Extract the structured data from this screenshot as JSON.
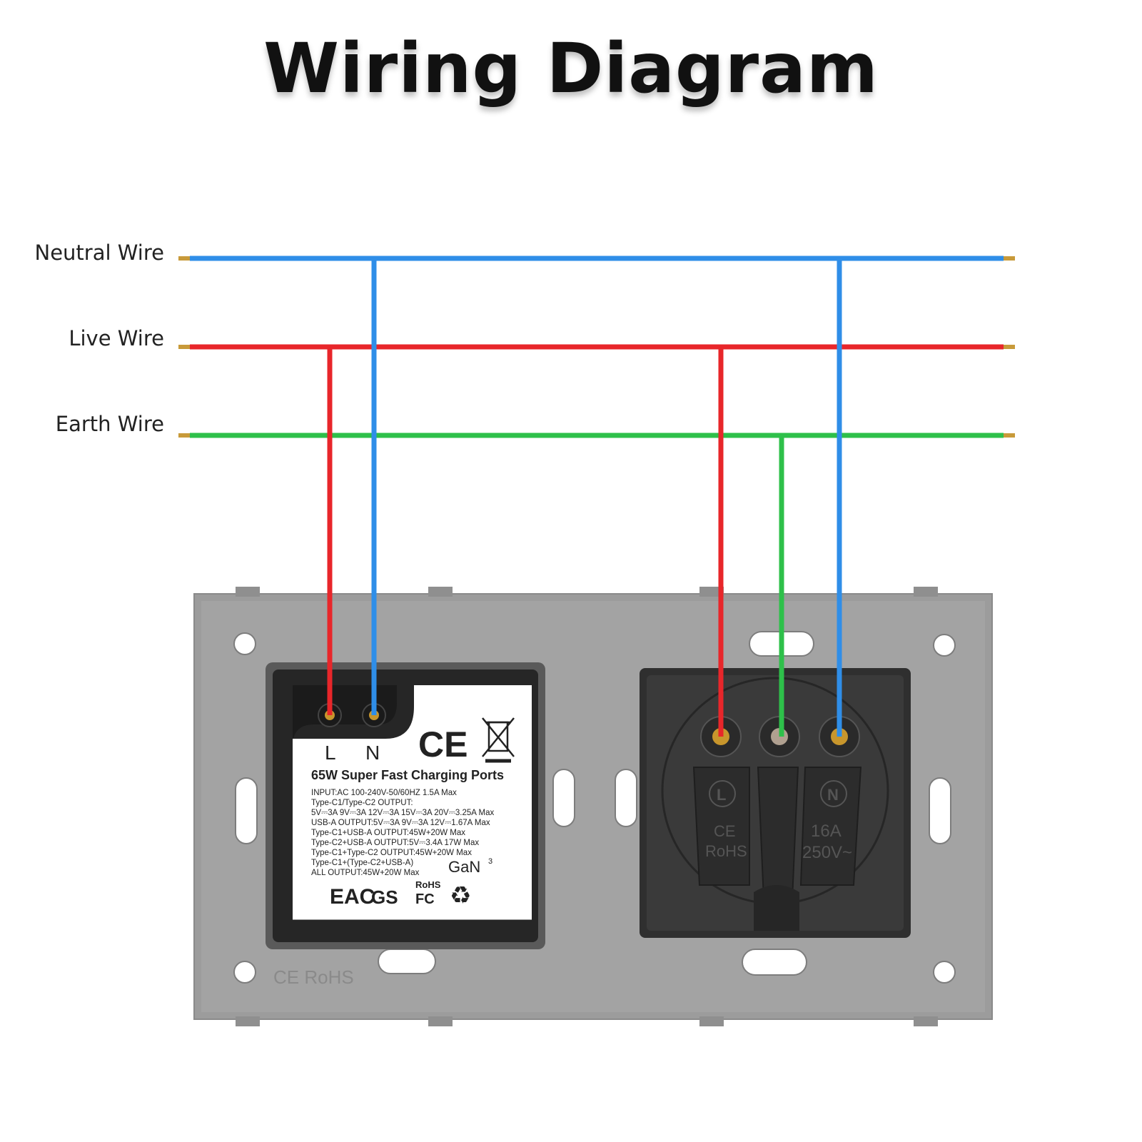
{
  "title": "Wiring Diagram",
  "wires": {
    "neutral_label": "Neutral Wire",
    "live_label": "Live Wire",
    "earth_label": "Earth Wire"
  },
  "colors": {
    "neutral": "#2f8ee8",
    "live": "#e8262a",
    "earth": "#2ec04a",
    "plate": "#9e9e9e",
    "module": "#2a2a2a"
  },
  "usb_module": {
    "terminal_l": "L",
    "terminal_n": "N",
    "ce_mark": "CE",
    "heading": "65W Super Fast Charging Ports",
    "specs": [
      "INPUT:AC 100-240V-50/60HZ 1.5A Max",
      "Type-C1/Type-C2 OUTPUT:",
      "5V⎓3A 9V⎓3A 12V⎓3A 15V⎓3A 20V⎓3.25A Max",
      "USB-A OUTPUT:5V⎓3A 9V⎓3A 12V⎓1.67A Max",
      "Type-C1+USB-A OUTPUT:45W+20W Max",
      "Type-C2+USB-A OUTPUT:5V⎓3.4A 17W Max",
      "Type-C1+Type-C2 OUTPUT:45W+20W Max",
      "Type-C1+(Type-C2+USB-A)",
      "ALL OUTPUT:45W+20W Max"
    ],
    "gan": "GaN",
    "gan_sup": "3",
    "eac": "EAC",
    "gs": "GS",
    "rohs": "RoHS",
    "fc": "FC"
  },
  "socket": {
    "l_mark": "L",
    "n_mark": "N",
    "ce_mark": "CE",
    "rohs_mark": "RoHS",
    "rating_amp": "16A",
    "rating_volt": "250V~"
  },
  "plate_marking": "CE RoHS"
}
